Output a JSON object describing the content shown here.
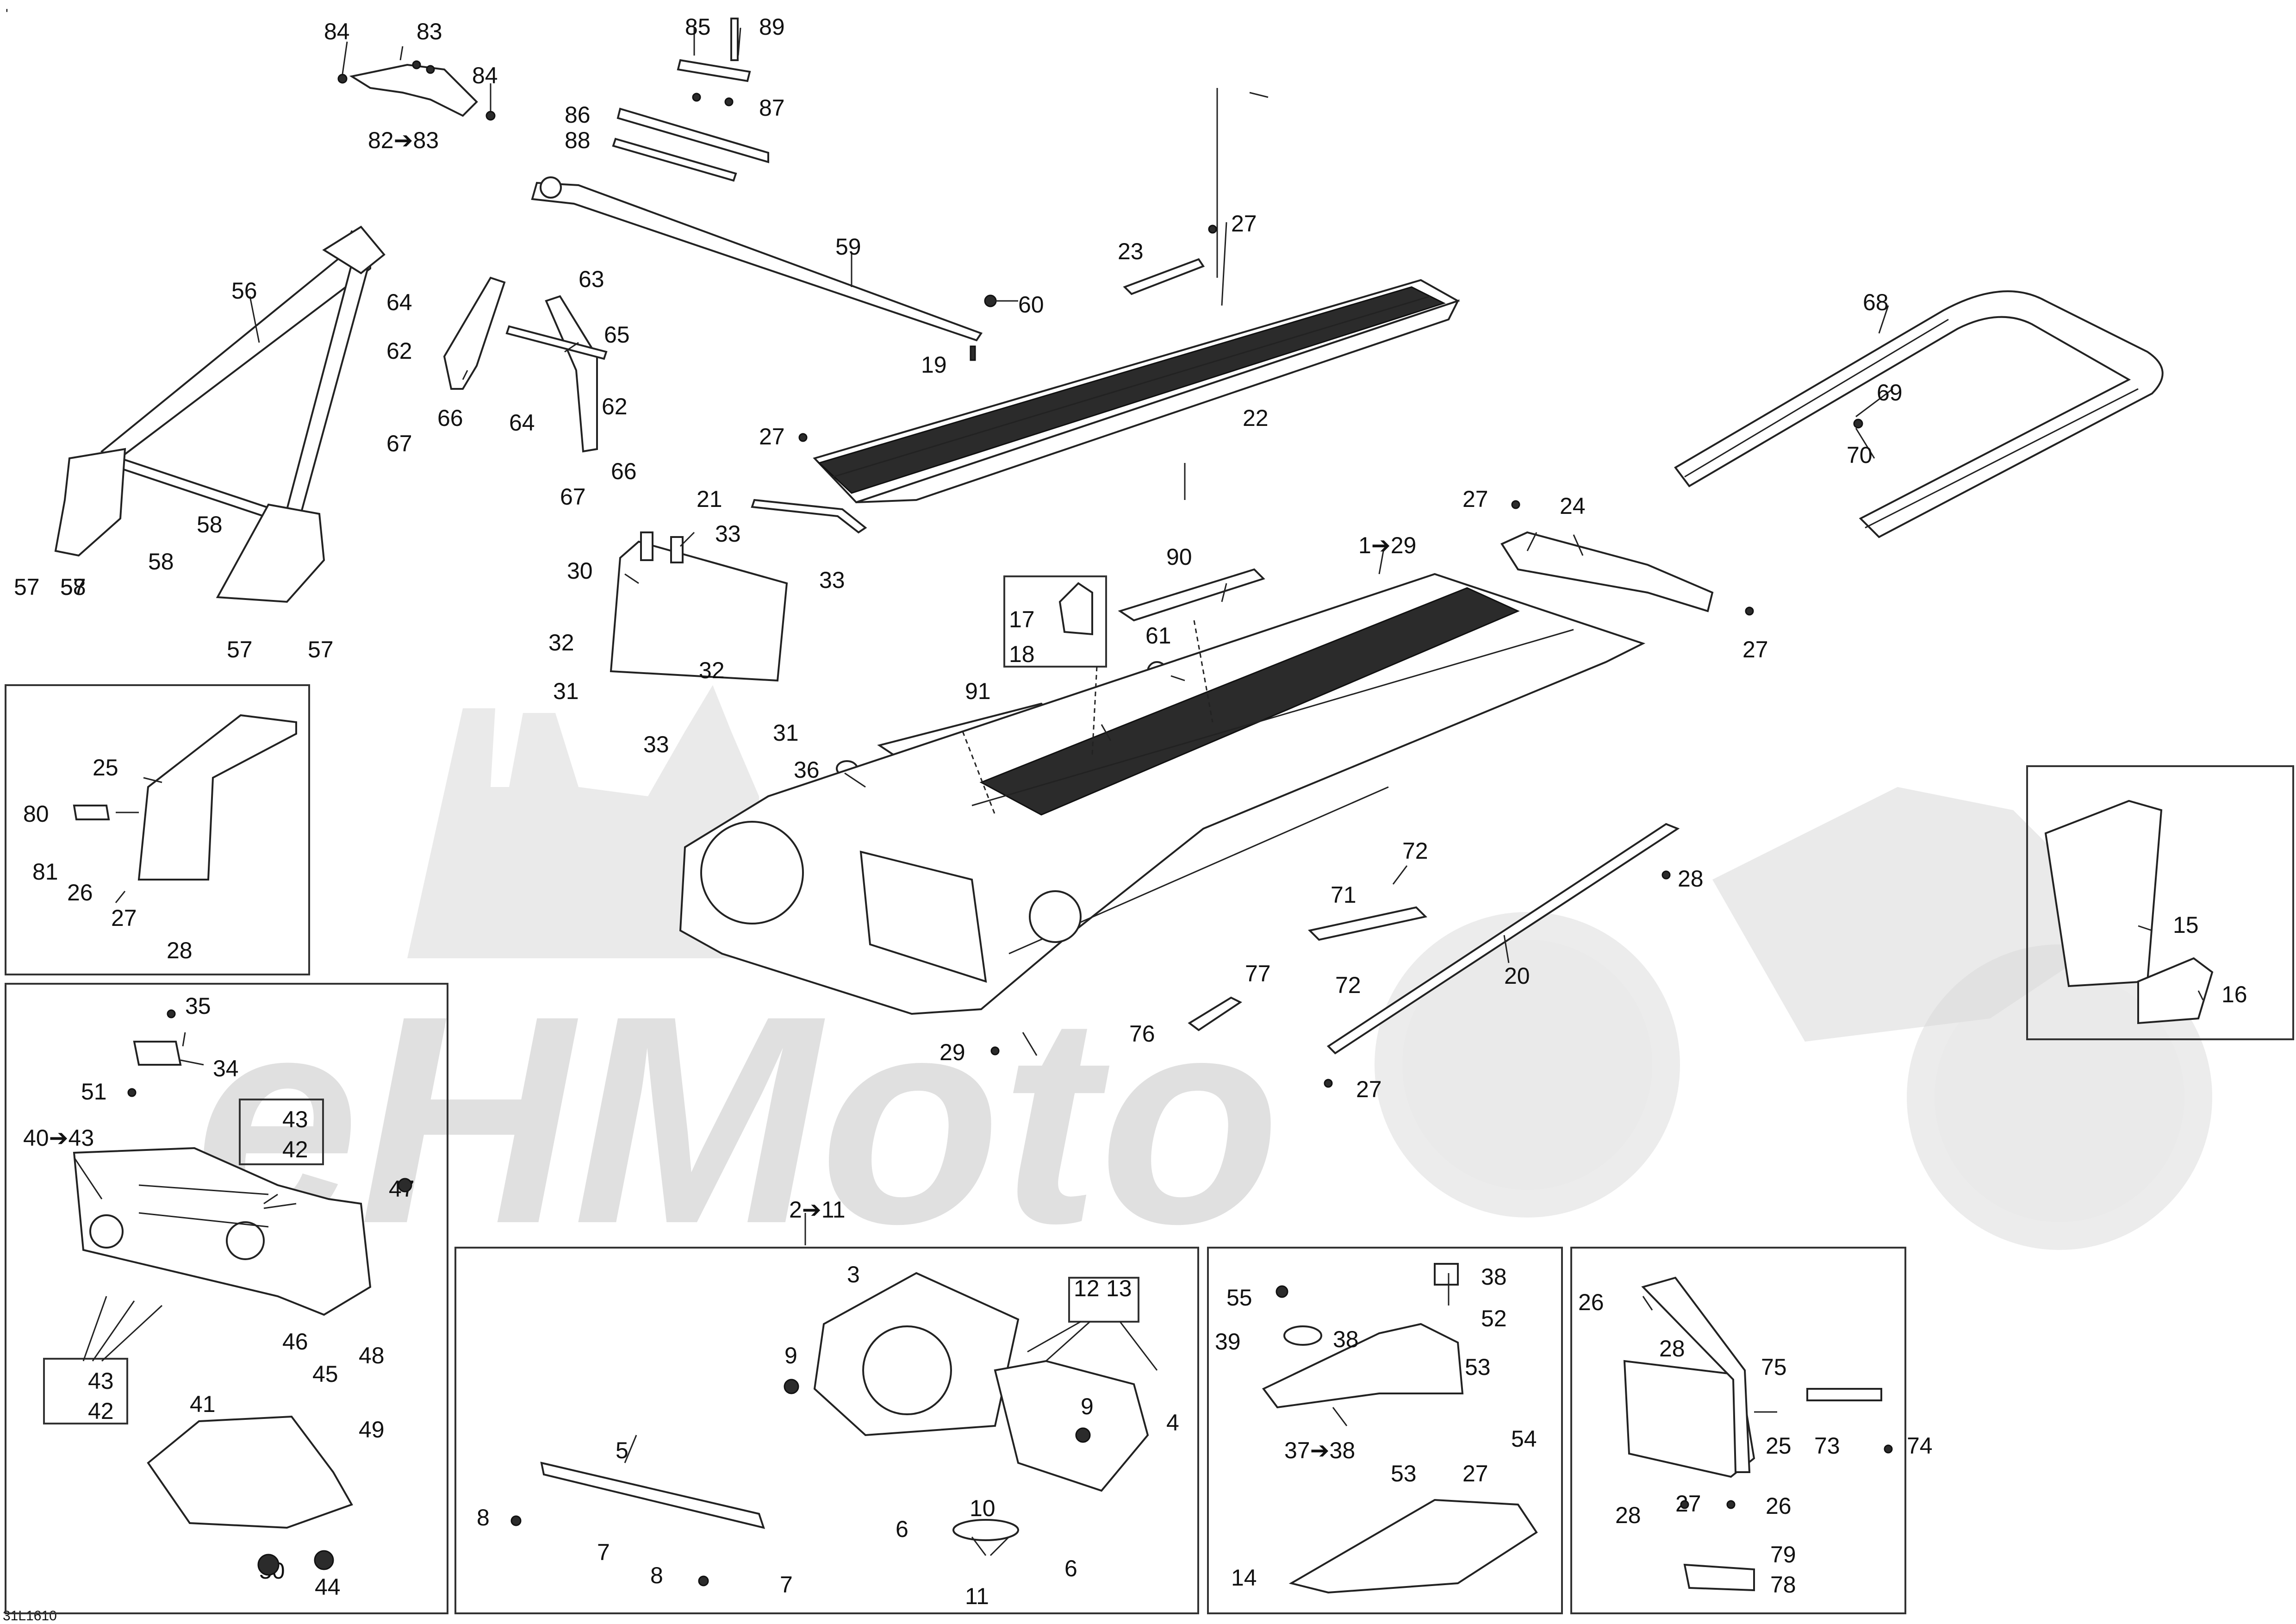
{
  "corner_marks": {
    "top_left": "'",
    "bottom_left": "31L1610"
  },
  "watermark": {
    "text": "eHMoto"
  },
  "callouts": [
    {
      "id": "c84a",
      "text": "84"
    },
    {
      "id": "c83a",
      "text": "83"
    },
    {
      "id": "c84b",
      "text": "84"
    },
    {
      "id": "c82",
      "text": "82➔83"
    },
    {
      "id": "c85",
      "text": "85"
    },
    {
      "id": "c89",
      "text": "89"
    },
    {
      "id": "c86",
      "text": "86"
    },
    {
      "id": "c87",
      "text": "87"
    },
    {
      "id": "c88",
      "text": "88"
    },
    {
      "id": "c59",
      "text": "59"
    },
    {
      "id": "c60",
      "text": "60"
    },
    {
      "id": "c19",
      "text": "19"
    },
    {
      "id": "c27a",
      "text": "27"
    },
    {
      "id": "c23",
      "text": "23"
    },
    {
      "id": "c22",
      "text": "22"
    },
    {
      "id": "c27b",
      "text": "27"
    },
    {
      "id": "c21",
      "text": "21"
    },
    {
      "id": "c68",
      "text": "68"
    },
    {
      "id": "c69",
      "text": "69"
    },
    {
      "id": "c70",
      "text": "70"
    },
    {
      "id": "c56",
      "text": "56"
    },
    {
      "id": "c64a",
      "text": "64"
    },
    {
      "id": "c63",
      "text": "63"
    },
    {
      "id": "c65",
      "text": "65"
    },
    {
      "id": "c62a",
      "text": "62"
    },
    {
      "id": "c62b",
      "text": "62"
    },
    {
      "id": "c67a",
      "text": "67"
    },
    {
      "id": "c66a",
      "text": "66"
    },
    {
      "id": "c64b",
      "text": "64"
    },
    {
      "id": "c66b",
      "text": "66"
    },
    {
      "id": "c67b",
      "text": "67"
    },
    {
      "id": "c58a",
      "text": "58"
    },
    {
      "id": "c57a",
      "text": "57"
    },
    {
      "id": "c58b",
      "text": "58"
    },
    {
      "id": "c57b",
      "text": "57"
    },
    {
      "id": "c58c",
      "text": "58"
    },
    {
      "id": "c57c",
      "text": "57"
    },
    {
      "id": "c57d",
      "text": "57"
    },
    {
      "id": "c33a",
      "text": "33"
    },
    {
      "id": "c30",
      "text": "30"
    },
    {
      "id": "c33b",
      "text": "33"
    },
    {
      "id": "c32a",
      "text": "32"
    },
    {
      "id": "c32b",
      "text": "32"
    },
    {
      "id": "c31a",
      "text": "31"
    },
    {
      "id": "c33c",
      "text": "33"
    },
    {
      "id": "c31b",
      "text": "31"
    },
    {
      "id": "c27c",
      "text": "27"
    },
    {
      "id": "c24",
      "text": "24"
    },
    {
      "id": "c27d",
      "text": "27"
    },
    {
      "id": "c129",
      "text": "1➔29"
    },
    {
      "id": "c90",
      "text": "90"
    },
    {
      "id": "c17",
      "text": "17"
    },
    {
      "id": "c18",
      "text": "18"
    },
    {
      "id": "c61",
      "text": "61"
    },
    {
      "id": "c91",
      "text": "91"
    },
    {
      "id": "c36",
      "text": "36"
    },
    {
      "id": "c72a",
      "text": "72"
    },
    {
      "id": "c71",
      "text": "71"
    },
    {
      "id": "c72b",
      "text": "72"
    },
    {
      "id": "c28a",
      "text": "28"
    },
    {
      "id": "c20",
      "text": "20"
    },
    {
      "id": "c77",
      "text": "77"
    },
    {
      "id": "c76",
      "text": "76"
    },
    {
      "id": "c29",
      "text": "29"
    },
    {
      "id": "c27e",
      "text": "27"
    },
    {
      "id": "c15",
      "text": "15"
    },
    {
      "id": "c16",
      "text": "16"
    },
    {
      "id": "c25a",
      "text": "25"
    },
    {
      "id": "c80",
      "text": "80"
    },
    {
      "id": "c81",
      "text": "81"
    },
    {
      "id": "c26a",
      "text": "26"
    },
    {
      "id": "c27f",
      "text": "27"
    },
    {
      "id": "c28b",
      "text": "28"
    },
    {
      "id": "c35",
      "text": "35"
    },
    {
      "id": "c34",
      "text": "34"
    },
    {
      "id": "c51",
      "text": "51"
    },
    {
      "id": "c4043",
      "text": "40➔43"
    },
    {
      "id": "c43a",
      "text": "43"
    },
    {
      "id": "c42a",
      "text": "42"
    },
    {
      "id": "c47",
      "text": "47"
    },
    {
      "id": "c46",
      "text": "46"
    },
    {
      "id": "c45",
      "text": "45"
    },
    {
      "id": "c48",
      "text": "48"
    },
    {
      "id": "c43b",
      "text": "43"
    },
    {
      "id": "c42b",
      "text": "42"
    },
    {
      "id": "c41",
      "text": "41"
    },
    {
      "id": "c49",
      "text": "49"
    },
    {
      "id": "c50",
      "text": "50"
    },
    {
      "id": "c44",
      "text": "44"
    },
    {
      "id": "c211",
      "text": "2➔11"
    },
    {
      "id": "c3",
      "text": "3"
    },
    {
      "id": "c12",
      "text": "12"
    },
    {
      "id": "c13",
      "text": "13"
    },
    {
      "id": "c9a",
      "text": "9"
    },
    {
      "id": "c9b",
      "text": "9"
    },
    {
      "id": "c4",
      "text": "4"
    },
    {
      "id": "c5",
      "text": "5"
    },
    {
      "id": "c8a",
      "text": "8"
    },
    {
      "id": "c7a",
      "text": "7"
    },
    {
      "id": "c8b",
      "text": "8"
    },
    {
      "id": "c7b",
      "text": "7"
    },
    {
      "id": "c6a",
      "text": "6"
    },
    {
      "id": "c10",
      "text": "10"
    },
    {
      "id": "c6b",
      "text": "6"
    },
    {
      "id": "c11",
      "text": "11"
    },
    {
      "id": "c38a",
      "text": "38"
    },
    {
      "id": "c55",
      "text": "55"
    },
    {
      "id": "c52",
      "text": "52"
    },
    {
      "id": "c39",
      "text": "39"
    },
    {
      "id": "c38b",
      "text": "38"
    },
    {
      "id": "c53a",
      "text": "53"
    },
    {
      "id": "c3738",
      "text": "37➔38"
    },
    {
      "id": "c53b",
      "text": "53"
    },
    {
      "id": "c54",
      "text": "54"
    },
    {
      "id": "c27g",
      "text": "27"
    },
    {
      "id": "c14",
      "text": "14"
    },
    {
      "id": "c26b",
      "text": "26"
    },
    {
      "id": "c28c",
      "text": "28"
    },
    {
      "id": "c75",
      "text": "75"
    },
    {
      "id": "c25b",
      "text": "25"
    },
    {
      "id": "c73",
      "text": "73"
    },
    {
      "id": "c74",
      "text": "74"
    },
    {
      "id": "c28d",
      "text": "28"
    },
    {
      "id": "c27h",
      "text": "27"
    },
    {
      "id": "c26c",
      "text": "26"
    },
    {
      "id": "c79",
      "text": "79"
    },
    {
      "id": "c78",
      "text": "78"
    }
  ]
}
